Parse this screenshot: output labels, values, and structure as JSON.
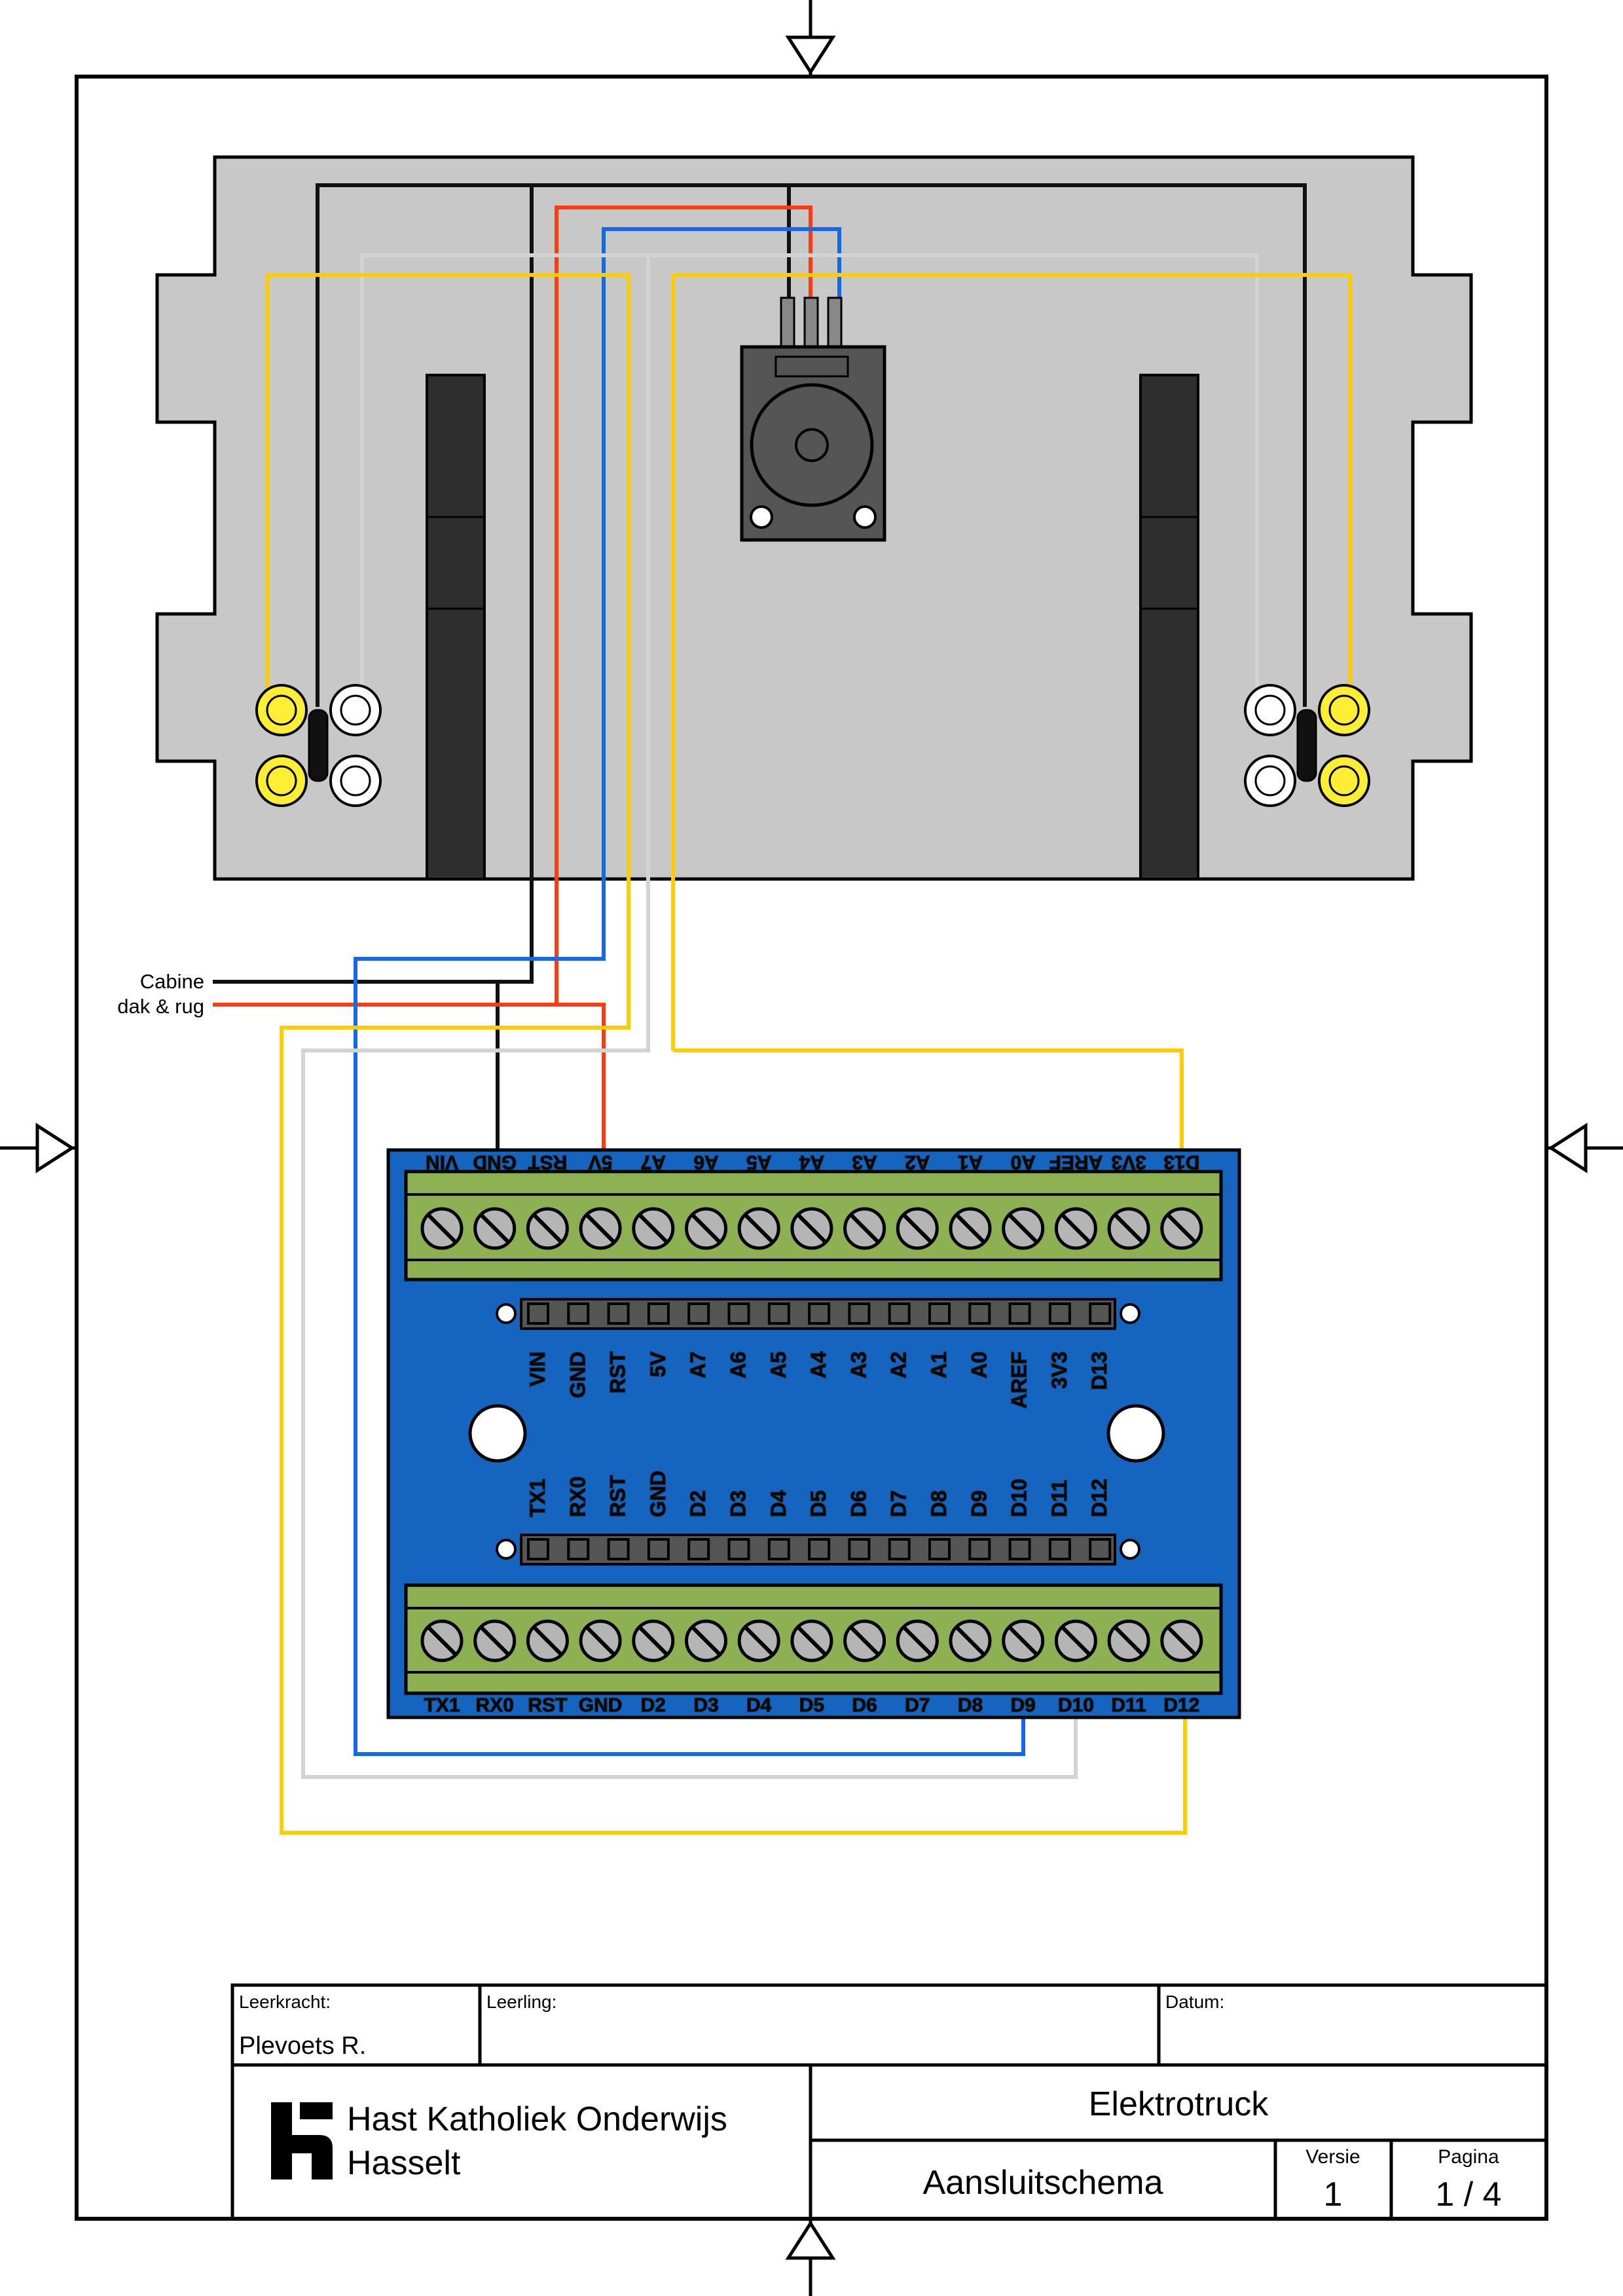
{
  "sheet": {
    "orientation_marker": "triangle-arrows"
  },
  "wire_labels": {
    "cabine": "Cabine",
    "dak_rug": "dak & rug"
  },
  "colors": {
    "yellow": "#FFCC00",
    "red": "#FF3B12",
    "blue": "#1469E8",
    "white_wire": "#D3D3D3",
    "black": "#111111",
    "chassis": "#C8C8C8",
    "board": "#1565C0",
    "terminal": "#8DB152",
    "header": "#555555"
  },
  "board": {
    "top_terminal_labels": [
      "VIN",
      "GND",
      "RST",
      "5V",
      "A7",
      "A6",
      "A5",
      "A4",
      "A3",
      "A2",
      "A1",
      "A0",
      "AREF",
      "3V3",
      "D13"
    ],
    "bottom_terminal_labels": [
      "TX1",
      "RX0",
      "RST",
      "GND",
      "D2",
      "D3",
      "D4",
      "D5",
      "D6",
      "D7",
      "D8",
      "D9",
      "D10",
      "D11",
      "D12"
    ],
    "silk_top_labels": [
      "VIN",
      "GND",
      "RST",
      "5V",
      "A7",
      "A6",
      "A5",
      "A4",
      "A3",
      "A2",
      "A1",
      "A0",
      "AREF",
      "3V3",
      "D13"
    ],
    "silk_bottom_labels": [
      "TX1",
      "RX0",
      "RST",
      "GND",
      "D2",
      "D3",
      "D4",
      "D5",
      "D6",
      "D7",
      "D8",
      "D9",
      "D10",
      "D11",
      "D12"
    ]
  },
  "title_block": {
    "teacher_label": "Leerkracht:",
    "teacher_value": "Plevoets R.",
    "student_label": "Leerling:",
    "student_value": "",
    "date_label": "Datum:",
    "date_value": "",
    "school_line1": "Hast Katholiek Onderwijs",
    "school_line2": "Hasselt",
    "project": "Elektrotruck",
    "drawing": "Aansluitschema",
    "version_label": "Versie",
    "version_value": "1",
    "page_label": "Pagina",
    "page_value": "1 / 4"
  }
}
